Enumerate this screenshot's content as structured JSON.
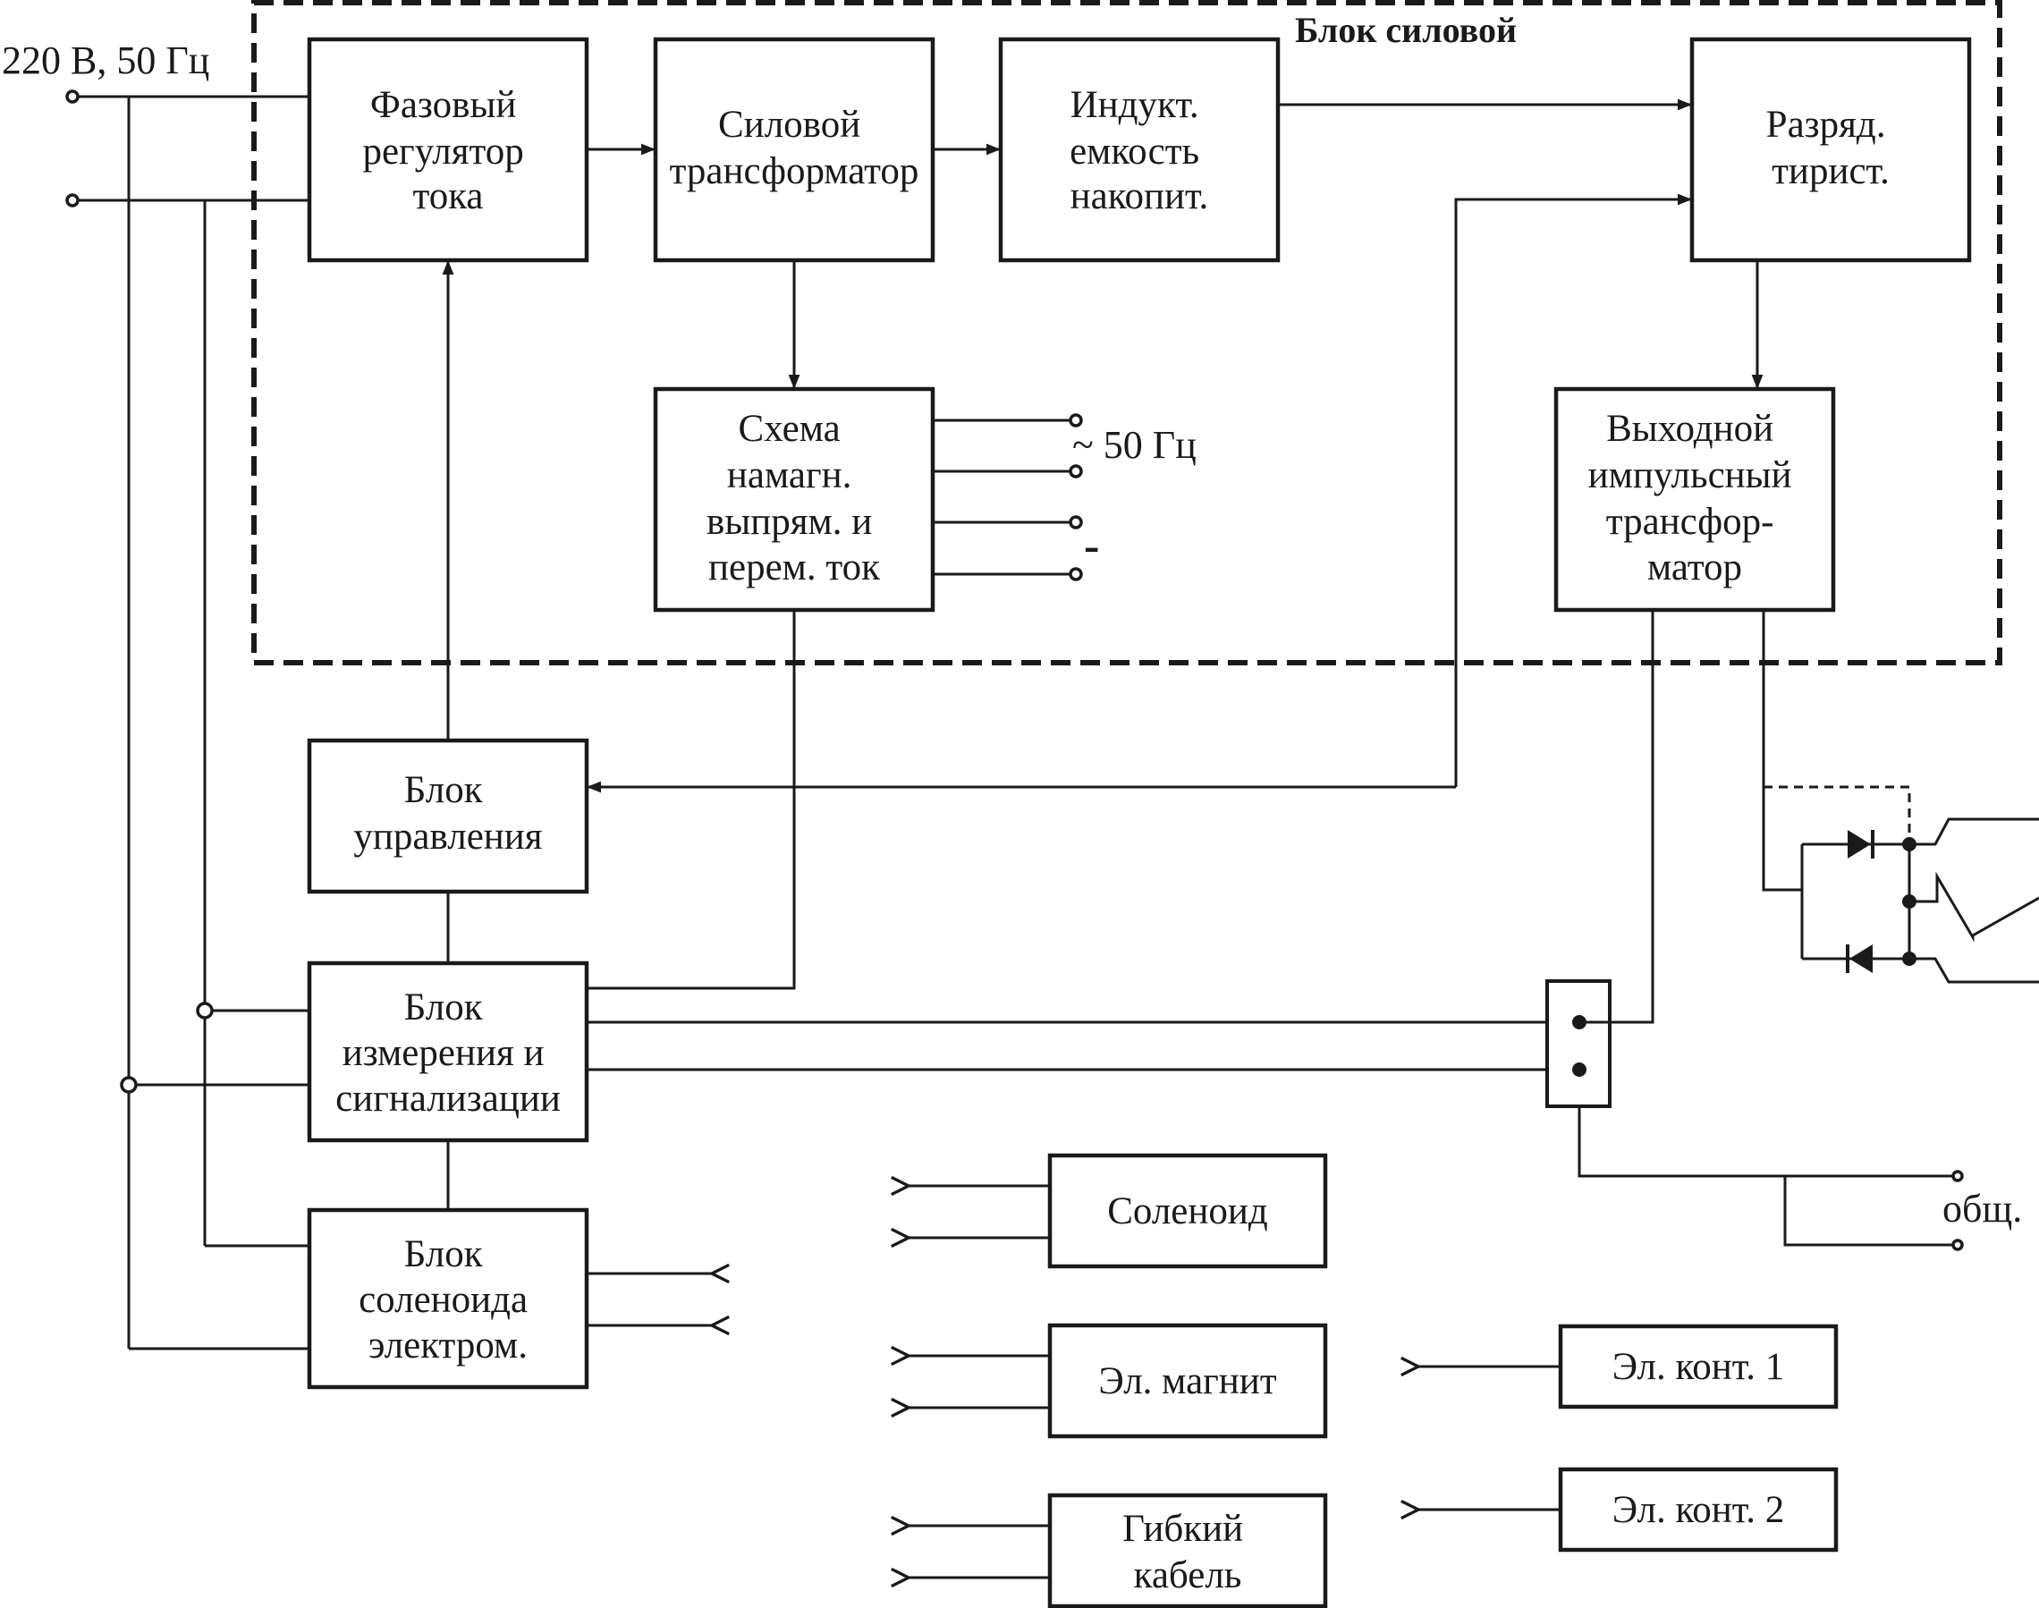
{
  "power_block": {
    "title": "Блок силовой"
  },
  "input": {
    "label": "220 В, 50 Гц"
  },
  "blocks": {
    "phase_regulator": [
      "Фазовый",
      "регулятор",
      "тока"
    ],
    "power_transformer": [
      "Силовой",
      "трансформатор"
    ],
    "inductive_storage": [
      "Индукт.",
      "емкость",
      "накопит."
    ],
    "discharge_thyristor": [
      "Разряд.",
      "тирист."
    ],
    "magnetizing_circuit": [
      "Схема",
      "намагн.",
      "выпрям. и",
      "перем. ток"
    ],
    "output_pulse_transformer": [
      "Выходной",
      "импульсный",
      "трансфор-",
      "матор"
    ],
    "control_unit": [
      "Блок",
      "управления"
    ],
    "measurement_unit": [
      "Блок",
      "измерения и",
      "сигнализации"
    ],
    "solenoid_unit": [
      "Блок",
      "соленоида",
      "электром."
    ],
    "solenoid": [
      "Соленоид"
    ],
    "electromagnet": [
      "Эл. магнит"
    ],
    "flexible_cable": [
      "Гибкий",
      "кабель"
    ],
    "el_contact_1": [
      "Эл. конт. 1"
    ],
    "el_contact_2": [
      "Эл. конт. 2"
    ]
  },
  "outputs": {
    "ac_label": "~ 50 Гц",
    "dc_label": "-",
    "common_label": "общ."
  }
}
